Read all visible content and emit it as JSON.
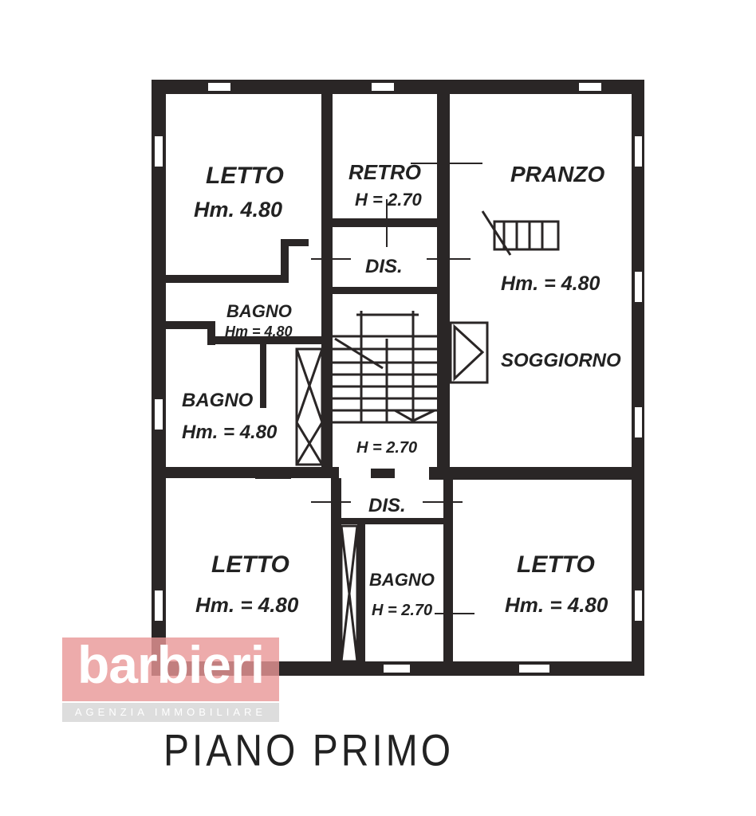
{
  "rooms": [
    {
      "name": "LETTO",
      "height": "Hm. 4.80"
    },
    {
      "name": "RETRO",
      "height": "H = 2.70"
    },
    {
      "name": "PRANZO",
      "height": "Hm. = 4.80"
    },
    {
      "name": "DIS.",
      "height": ""
    },
    {
      "name": "BAGNO",
      "height": "Hm = 4.80"
    },
    {
      "name": "SOGGIORNO",
      "height": ""
    },
    {
      "name": "BAGNO",
      "height": "Hm. = 4.80"
    },
    {
      "name": "DIS.",
      "height": "H = 2.70"
    },
    {
      "name": "LETTO",
      "height": "Hm. = 4.80"
    },
    {
      "name": "BAGNO",
      "height": "H = 2.70"
    },
    {
      "name": "LETTO",
      "height": "Hm. = 4.80"
    }
  ],
  "watermark": {
    "brand": "barbieri",
    "subtitle": "AGENZIA IMMOBILIARE"
  },
  "plan_title": "PIANO PRIMO"
}
